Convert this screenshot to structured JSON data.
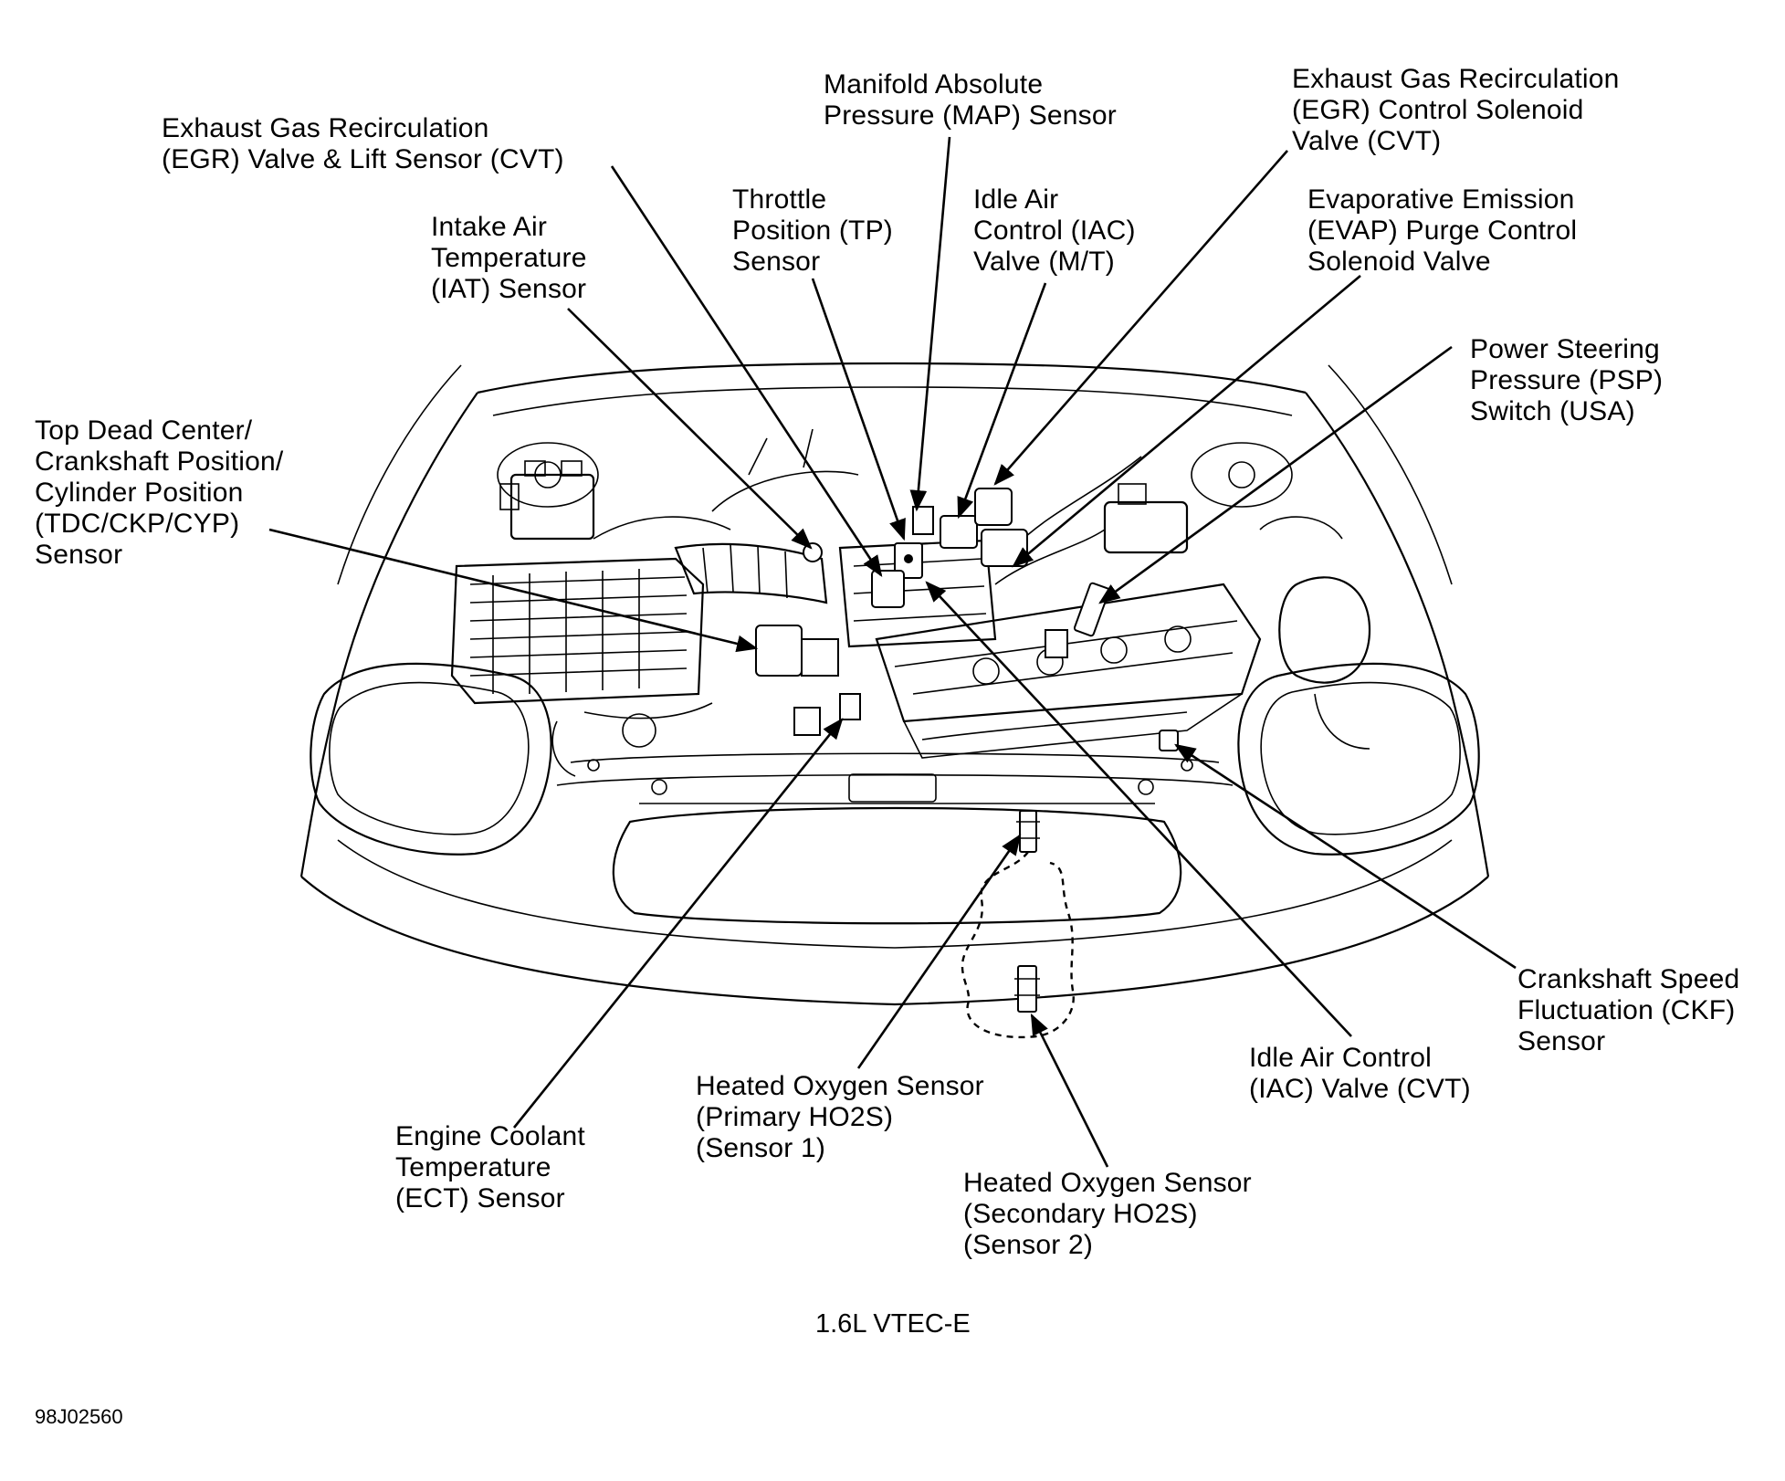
{
  "diagram": {
    "caption": "1.6L VTEC-E",
    "reference_code": "98J02560",
    "labels": {
      "map_sensor": [
        "Manifold Absolute",
        "Pressure (MAP) Sensor"
      ],
      "egr_control_solenoid": [
        "Exhaust Gas Recirculation",
        "(EGR) Control Solenoid",
        "Valve (CVT)"
      ],
      "egr_valve_lift": [
        "Exhaust Gas Recirculation",
        "(EGR) Valve & Lift Sensor (CVT)"
      ],
      "throttle_position": [
        "Throttle",
        "Position (TP)",
        "Sensor"
      ],
      "iac_valve_mt": [
        "Idle Air",
        "Control (IAC)",
        "Valve (M/T)"
      ],
      "evap_purge": [
        "Evaporative Emission",
        "(EVAP) Purge Control",
        "Solenoid Valve"
      ],
      "iat_sensor": [
        "Intake Air",
        "Temperature",
        "(IAT) Sensor"
      ],
      "psp_switch": [
        "Power Steering",
        "Pressure (PSP)",
        "Switch (USA)"
      ],
      "tdc_ckp_cyp": [
        "Top Dead Center/",
        "Crankshaft Position/",
        "Cylinder Position",
        "(TDC/CKP/CYP)",
        "Sensor"
      ],
      "ckf_sensor": [
        "Crankshaft Speed",
        "Fluctuation (CKF)",
        "Sensor"
      ],
      "iac_valve_cvt": [
        "Idle Air Control",
        "(IAC) Valve (CVT)"
      ],
      "ho2s_primary": [
        "Heated Oxygen Sensor",
        "(Primary HO2S)",
        "(Sensor 1)"
      ],
      "ect_sensor": [
        "Engine Coolant",
        "Temperature",
        "(ECT) Sensor"
      ],
      "ho2s_secondary": [
        "Heated Oxygen Sensor",
        "(Secondary HO2S)",
        "(Sensor 2)"
      ]
    }
  }
}
